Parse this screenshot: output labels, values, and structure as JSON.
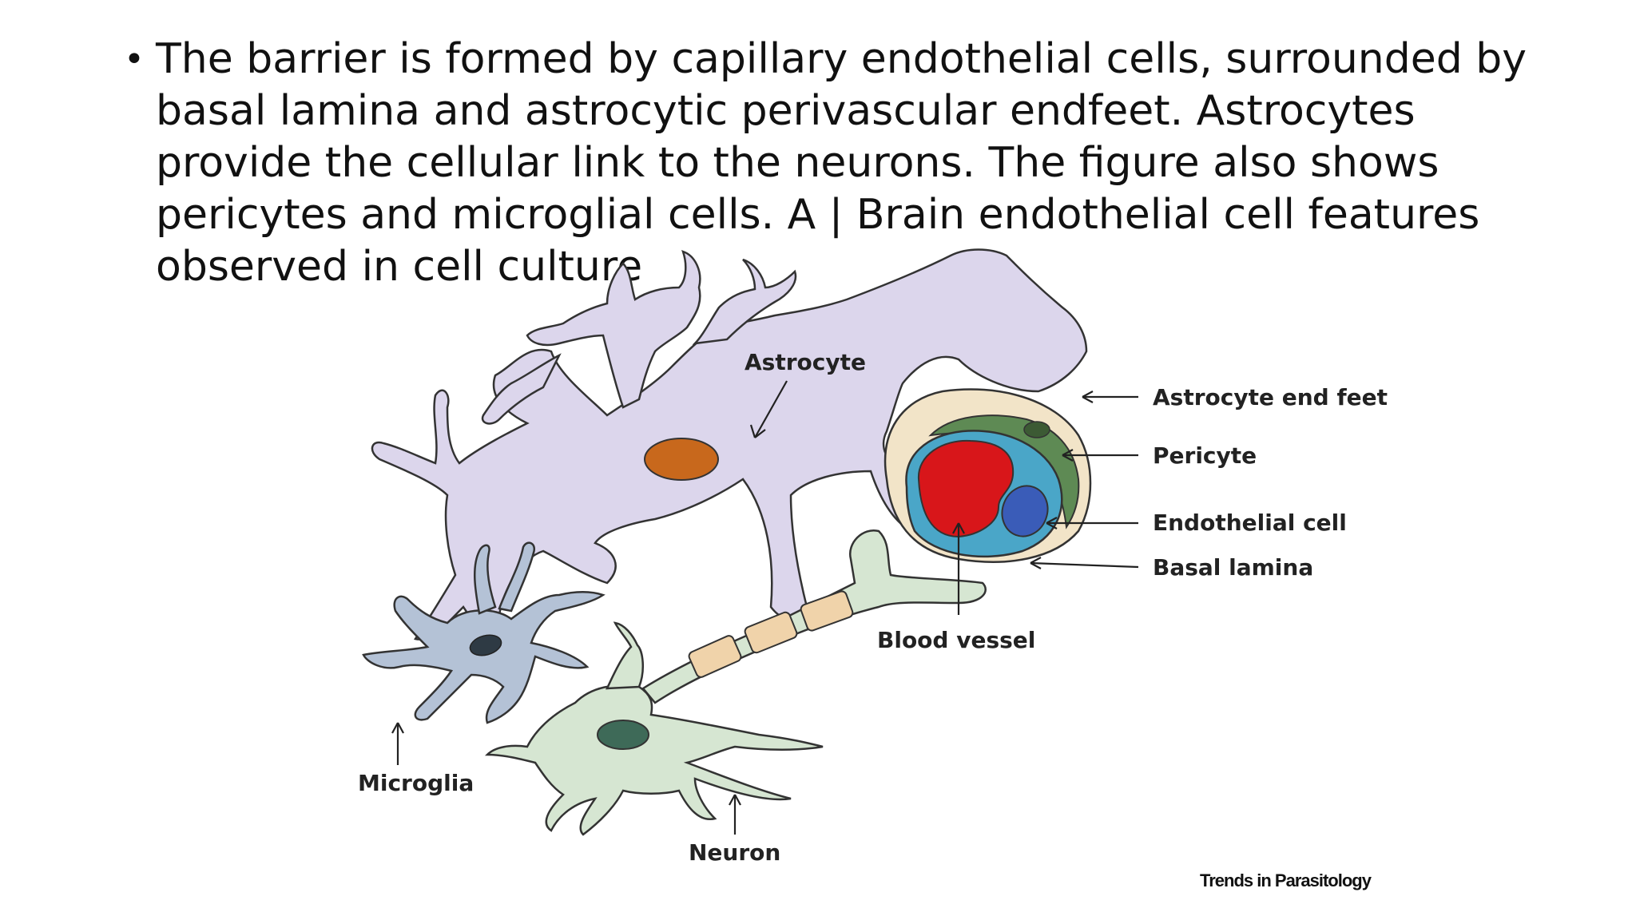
{
  "bullet": {
    "text": "The barrier is formed by capillary endothelial cells, surrounded by basal lamina and astrocytic perivascular endfeet. Astrocytes provide the cellular link to the neurons. The figure also shows pericytes and microglial cells. A | Brain endothelial cell features observed in cell culture"
  },
  "figure": {
    "labels": {
      "astrocyte": "Astrocyte",
      "astrocyte_end_feet": "Astrocyte end feet",
      "pericyte": "Pericyte",
      "endothelial_cell": "Endothelial cell",
      "basal_lamina": "Basal lamina",
      "blood_vessel": "Blood vessel",
      "microglia": "Microglia",
      "neuron": "Neuron"
    },
    "credit": "Trends in Parasitology",
    "colors": {
      "astrocyte_fill": "#dcd6ec",
      "astrocyte_nucleus": "#c8681c",
      "microglia_fill": "#b4c2d6",
      "microglia_nucleus": "#2e3a44",
      "neuron_fill": "#d6e6d2",
      "neuron_nucleus": "#3e6a58",
      "myelin": "#f0d3aa",
      "basal_lamina": "#f2e4c8",
      "pericyte": "#5e8a54",
      "endothelial": "#4aa6c8",
      "blood": "#d8161a",
      "endothelial_nucleus": "#3a5cb8"
    }
  }
}
